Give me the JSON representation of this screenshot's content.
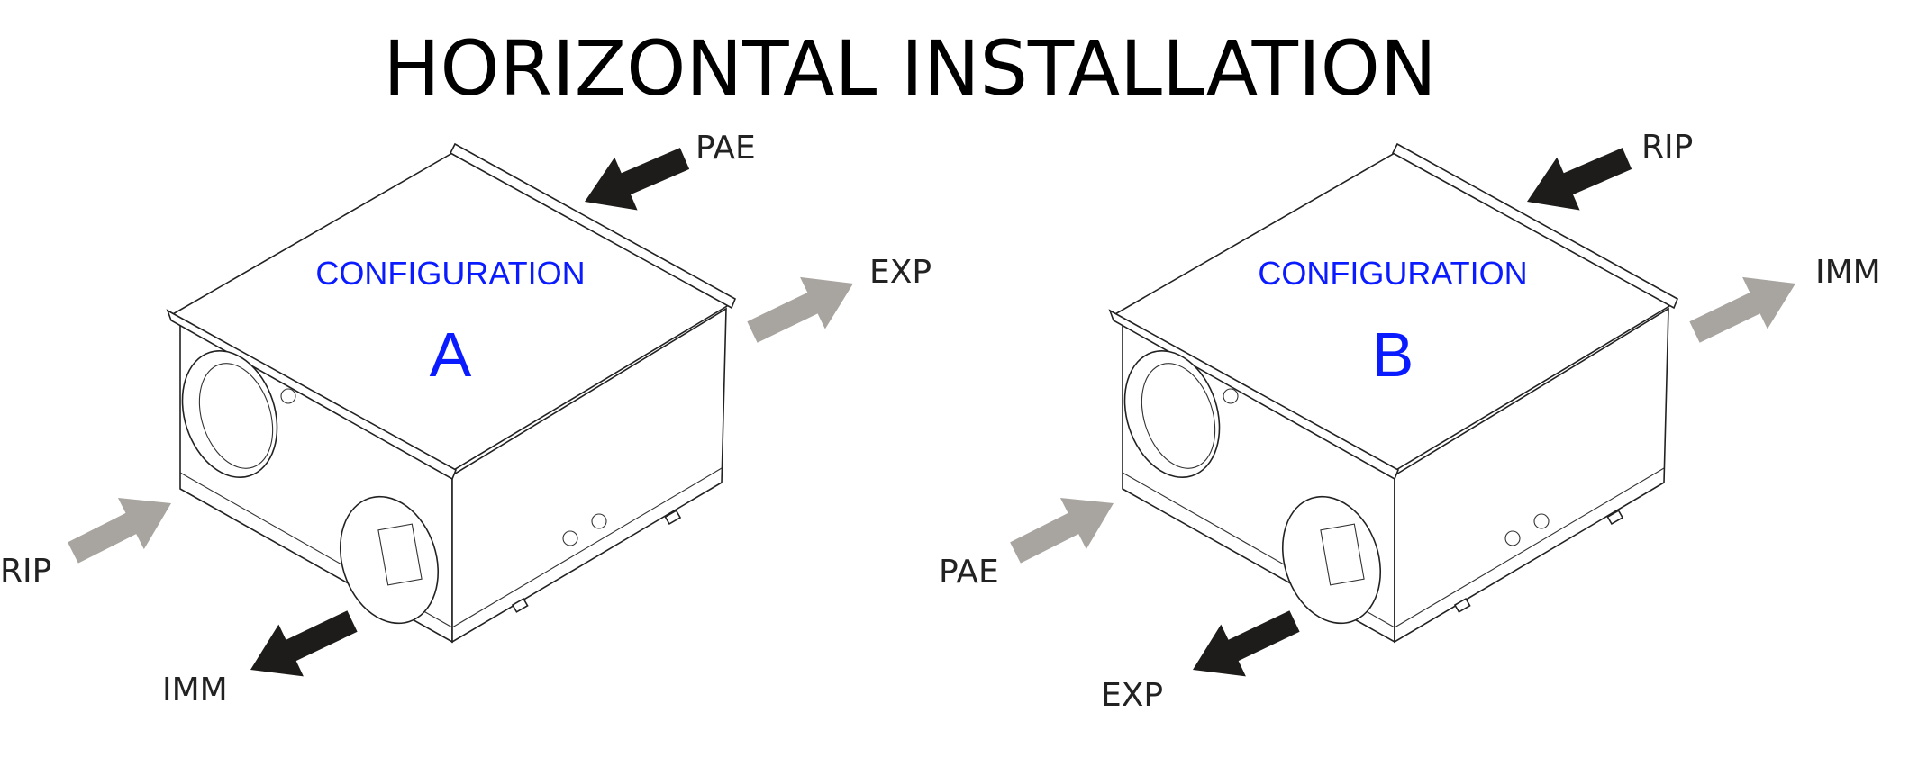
{
  "title": "HORIZONTAL INSTALLATION",
  "colors": {
    "accent": "#0a1cff",
    "arrow_dark": "#1e1c1a",
    "arrow_light": "#a8a4a0"
  },
  "configurations": [
    {
      "label": "CONFIGURATION",
      "letter": "A",
      "flows": {
        "top": "PAE",
        "right": "EXP",
        "left": "RIP",
        "bottom": "IMM"
      }
    },
    {
      "label": "CONFIGURATION",
      "letter": "B",
      "flows": {
        "top": "RIP",
        "right": "IMM",
        "left": "PAE",
        "bottom": "EXP"
      }
    }
  ]
}
